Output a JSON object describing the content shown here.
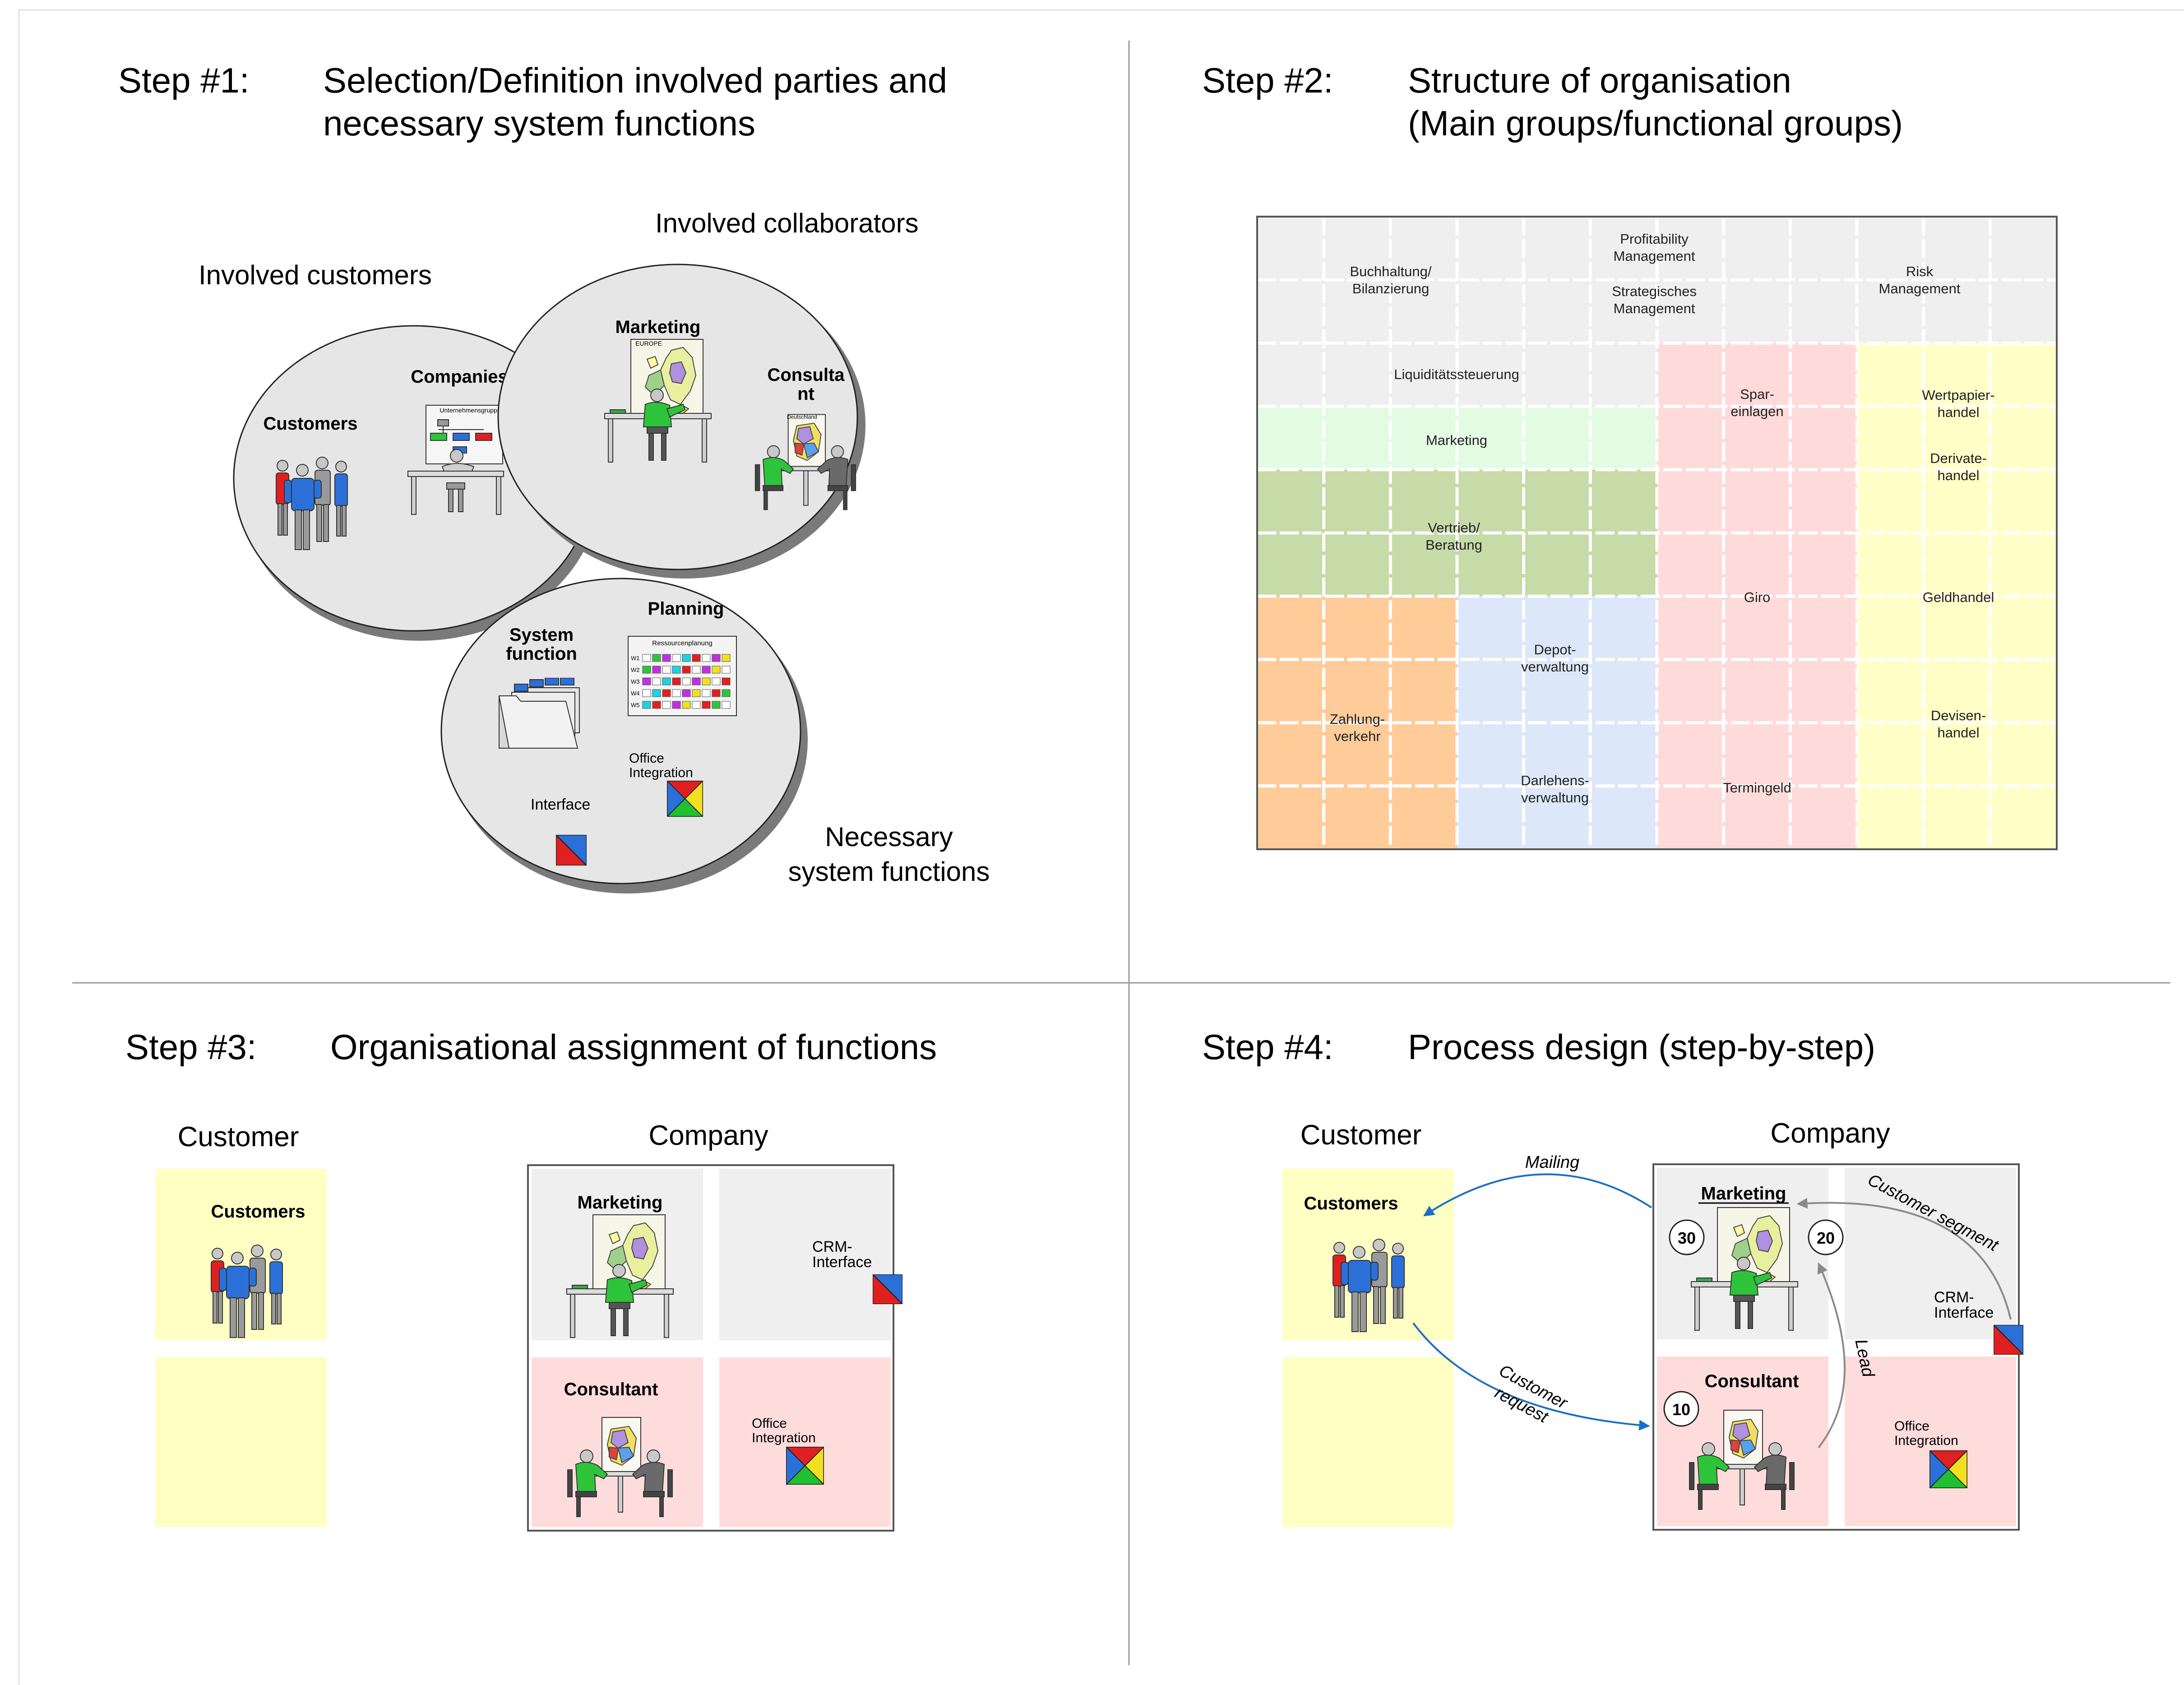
{
  "step1": {
    "label": "Step #1:",
    "title_line1": "Selection/Definition involved parties and",
    "title_line2": "necessary system functions",
    "caption_customers": "Involved customers",
    "caption_collaborators": "Involved collaborators",
    "caption_necessary_line1": "Necessary",
    "caption_necessary_line2": "system functions",
    "circle_customers": {
      "customers": "Customers",
      "companies": "Companies",
      "org_chart_title": "Unternehmensgruppe"
    },
    "circle_collaborators": {
      "marketing": "Marketing",
      "consultant_line1": "Consulta",
      "consultant_line2": "nt",
      "map_europe": "EUROPE",
      "map_germany": "Deutschland"
    },
    "circle_functions": {
      "system_function_line1": "System",
      "system_function_line2": "function",
      "planning": "Planning",
      "planner_title": "Ressourcenplanung",
      "planner_rows": [
        "W1",
        "W2",
        "W3",
        "W4",
        "W5"
      ],
      "office_line1": "Office",
      "office_line2": "Integration",
      "interface": "Interface"
    }
  },
  "step2": {
    "label": "Step #2:",
    "title_line1": "Structure of organisation",
    "title_line2": "(Main groups/functional groups)",
    "groups": [
      {
        "key": "buchhaltung",
        "lines": [
          "Buchhaltung/",
          "Bilanzierung"
        ]
      },
      {
        "key": "profitability",
        "lines": [
          "Profitability",
          "Management"
        ]
      },
      {
        "key": "strategisches",
        "lines": [
          "Strategisches",
          "Management"
        ]
      },
      {
        "key": "risk",
        "lines": [
          "Risk",
          "Management"
        ]
      },
      {
        "key": "liquiditaet",
        "lines": [
          "Liquiditätssteuerung"
        ]
      },
      {
        "key": "marketing",
        "lines": [
          "Marketing"
        ]
      },
      {
        "key": "vertrieb",
        "lines": [
          "Vertrieb/",
          "Beratung"
        ]
      },
      {
        "key": "zahlung",
        "lines": [
          "Zahlung-",
          "verkehr"
        ]
      },
      {
        "key": "depot",
        "lines": [
          "Depot-",
          "verwaltung"
        ]
      },
      {
        "key": "darlehen",
        "lines": [
          "Darlehens-",
          "verwaltung"
        ]
      },
      {
        "key": "spar",
        "lines": [
          "Spar-",
          "einlagen"
        ]
      },
      {
        "key": "giro",
        "lines": [
          "Giro"
        ]
      },
      {
        "key": "termingeld",
        "lines": [
          "Termingeld"
        ]
      },
      {
        "key": "wertpapier",
        "lines": [
          "Wertpapier-",
          "handel"
        ]
      },
      {
        "key": "derivate",
        "lines": [
          "Derivate-",
          "handel"
        ]
      },
      {
        "key": "geldhandel",
        "lines": [
          "Geldhandel"
        ]
      },
      {
        "key": "devisen",
        "lines": [
          "Devisen-",
          "handel"
        ]
      }
    ]
  },
  "step3": {
    "label": "Step #3:",
    "title": "Organisational assignment of functions",
    "customer_header": "Customer",
    "company_header": "Company",
    "customers": "Customers",
    "marketing": "Marketing",
    "consultant": "Consultant",
    "crm_line1": "CRM-",
    "crm_line2": "Interface",
    "office_line1": "Office",
    "office_line2": "Integration"
  },
  "step4": {
    "label": "Step #4:",
    "title": "Process design (step-by-step)",
    "customer_header": "Customer",
    "company_header": "Company",
    "customers": "Customers",
    "marketing": "Marketing",
    "consultant": "Consultant",
    "crm_line1": "CRM-",
    "crm_line2": "Interface",
    "office_line1": "Office",
    "office_line2": "Integration",
    "step_marketing": "30",
    "step_crm": "20",
    "step_consultant": "10",
    "arrow_mailing": "Mailing",
    "arrow_customer_request_line1": "Customer",
    "arrow_customer_request_line2": "request",
    "arrow_customer_segment": "Customer segment",
    "arrow_lead": "Lead"
  },
  "colors": {
    "arrow_blue": "#1a6fc4",
    "arrow_gray": "#8a8a8a",
    "customer_yellow": "#ffffc4",
    "company_gray": "#efefef",
    "consultant_pink": "#ffdcdc",
    "org_gray": "#efefef",
    "org_pink": "#ffdada",
    "org_yellow": "#ffffc8",
    "org_lightgreen": "#e3fbe3",
    "org_green": "#c6dba8",
    "org_orange": "#ffcc99",
    "org_blue": "#dce8fa"
  }
}
